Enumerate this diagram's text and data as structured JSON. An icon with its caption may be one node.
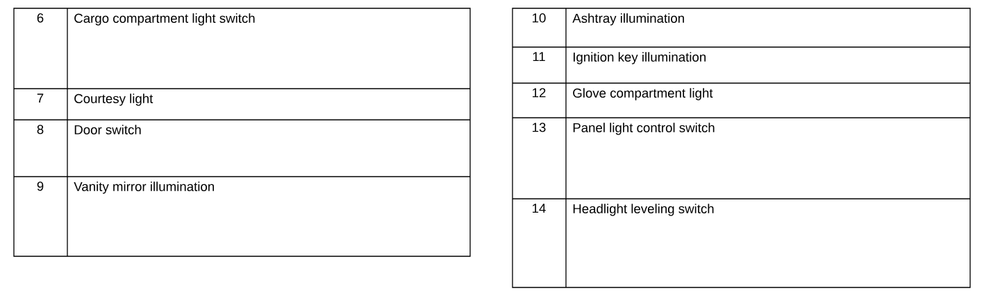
{
  "diagram": {
    "labels": [
      "6",
      "Cargo compartment light switch",
      "7",
      "Courtesy light",
      "8",
      "Door switch",
      "9",
      "Vanity mirror illumination",
      "10",
      "Ashtray illumination",
      "11",
      "Ignition key illumination",
      "12",
      "Glove compartment light",
      "13",
      "Panel light control switch",
      "14",
      "Headlight leveling switch"
    ]
  }
}
